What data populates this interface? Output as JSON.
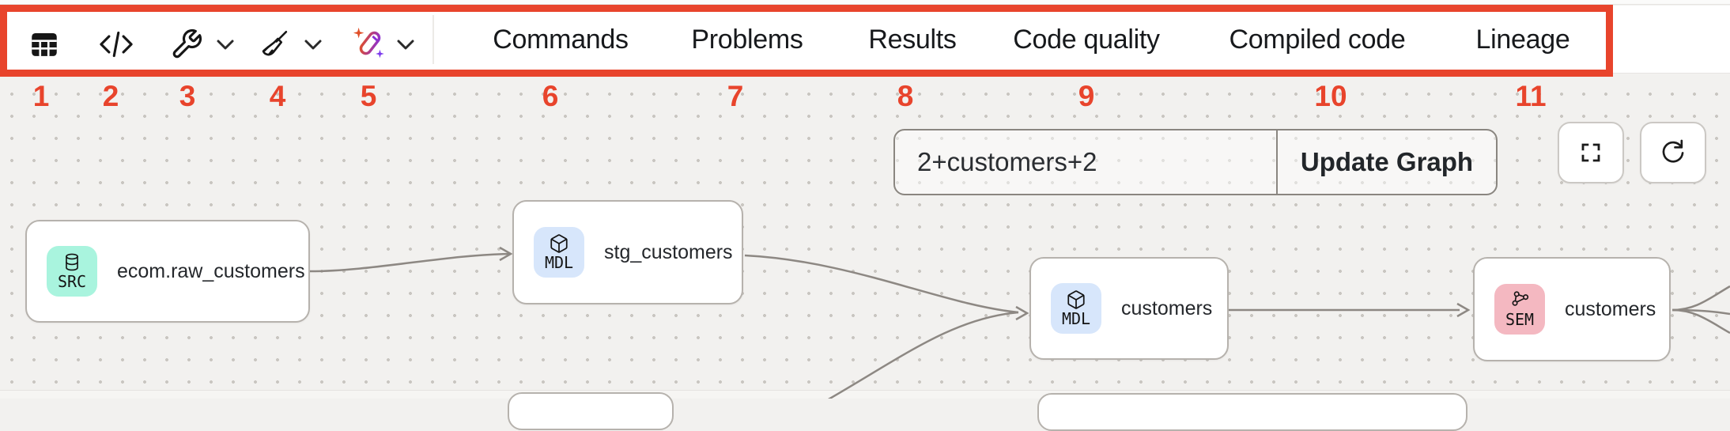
{
  "annotation": {
    "color": "#e8442c",
    "numbers": [
      "1",
      "2",
      "3",
      "4",
      "5",
      "6",
      "7",
      "8",
      "9",
      "10",
      "11"
    ]
  },
  "toolbar": {
    "icons": [
      {
        "name": "table",
        "number": "1"
      },
      {
        "name": "code",
        "number": "2"
      },
      {
        "name": "wrench",
        "number": "3",
        "has_dropdown": true
      },
      {
        "name": "broom",
        "number": "4",
        "has_dropdown": true
      },
      {
        "name": "magic-wand",
        "number": "5",
        "has_dropdown": true
      }
    ],
    "tabs": [
      {
        "label": "Commands",
        "number": "6"
      },
      {
        "label": "Problems",
        "number": "7"
      },
      {
        "label": "Results",
        "number": "8"
      },
      {
        "label": "Code quality",
        "number": "9"
      },
      {
        "label": "Compiled code",
        "number": "10"
      },
      {
        "label": "Lineage",
        "number": "11"
      }
    ]
  },
  "lineage": {
    "filter": {
      "value": "2+customers+2",
      "button_label": "Update Graph"
    },
    "controls": [
      {
        "name": "fullscreen"
      },
      {
        "name": "refresh"
      }
    ],
    "badge_colors": {
      "SRC": "#a9f4de",
      "MDL": "#d7e6fb",
      "SEM": "#f4b8c1"
    },
    "nodes": [
      {
        "badge": "SRC",
        "label": "ecom.raw_customers"
      },
      {
        "badge": "MDL",
        "label": "stg_customers"
      },
      {
        "badge": "MDL",
        "label": "customers"
      },
      {
        "badge": "SEM",
        "label": "customers"
      }
    ]
  }
}
